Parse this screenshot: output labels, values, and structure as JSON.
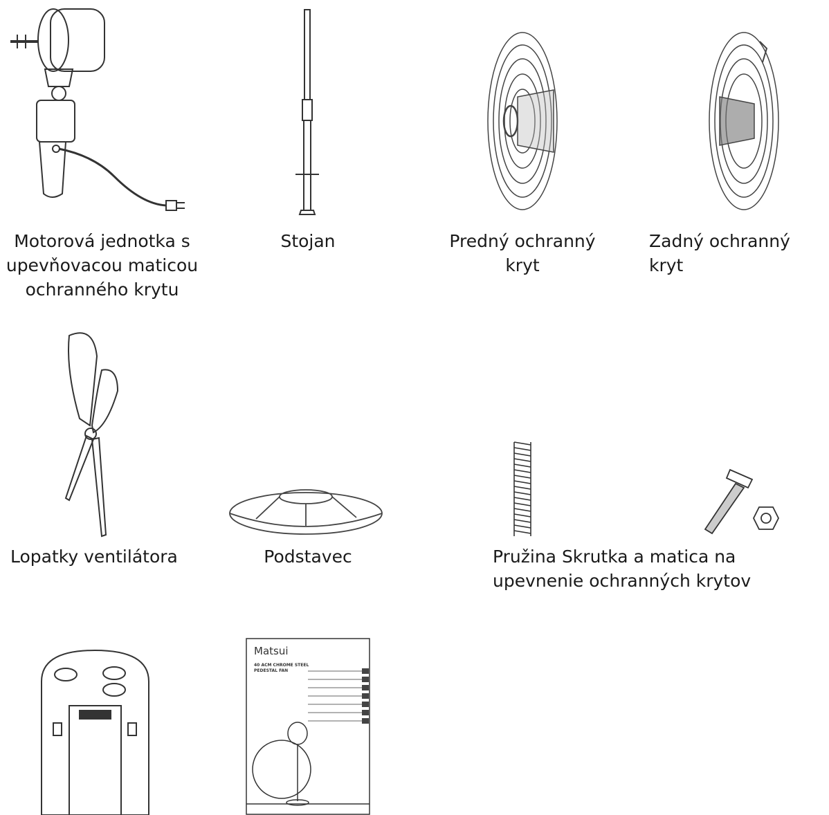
{
  "parts": [
    {
      "id": "motor",
      "label": "Motorová jednotka s\nupevňovacou maticou\nochranného krytu",
      "icon": "motor-unit-icon"
    },
    {
      "id": "pole",
      "label": "Stojan",
      "icon": "pole-icon"
    },
    {
      "id": "front-guard",
      "label": "Predný ochranný\nkryt",
      "icon": "front-guard-icon"
    },
    {
      "id": "rear-guard",
      "label": "Zadný ochranný kryt",
      "icon": "rear-guard-icon"
    },
    {
      "id": "blades",
      "label": "Lopatky ventilátora",
      "icon": "fan-blades-icon"
    },
    {
      "id": "base",
      "label": "Podstavec",
      "icon": "base-icon"
    },
    {
      "id": "spring-screw",
      "label": "Pružina Skrutka a matica na\n                    upevnenie ochranných krytov",
      "icon": "spring-icon"
    },
    {
      "id": "remote",
      "label": "",
      "icon": "remote-control-icon"
    },
    {
      "id": "manual",
      "label": "",
      "icon": "manual-booklet-icon"
    }
  ],
  "manual": {
    "brand": "Matsui",
    "title": "40 ACM CHROME STEEL\nPEDESTAL FAN"
  }
}
